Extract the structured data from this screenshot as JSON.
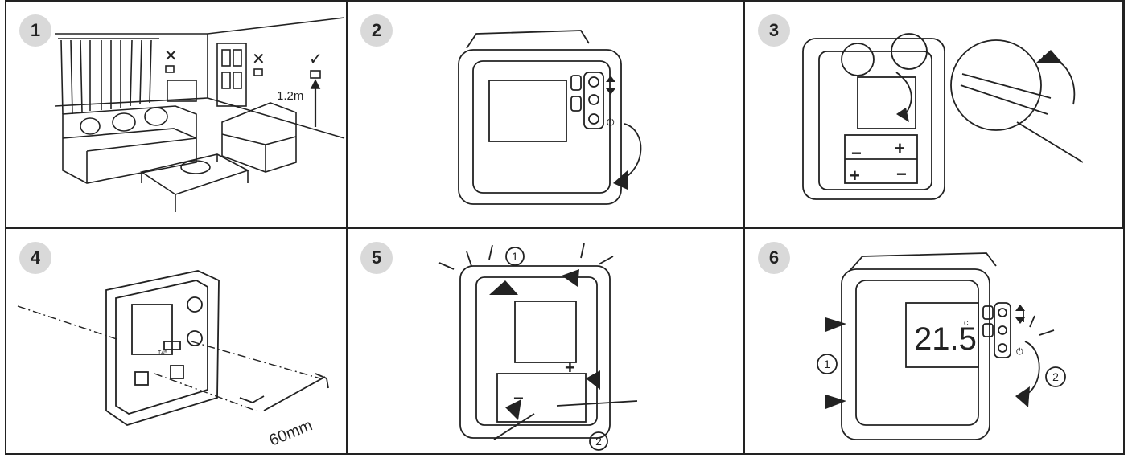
{
  "steps": [
    {
      "number": "1",
      "labels": {
        "height": "1.2m",
        "bad1": "✕",
        "bad2": "✕",
        "good": "✓"
      }
    },
    {
      "number": "2",
      "labels": {}
    },
    {
      "number": "3",
      "labels": {}
    },
    {
      "number": "4",
      "labels": {
        "distance": "60mm",
        "terminal_code": "T45"
      }
    },
    {
      "number": "5",
      "labels": {
        "callout1": "1",
        "callout2": "2"
      }
    },
    {
      "number": "6",
      "labels": {
        "temperature": "21.5",
        "unit": "c",
        "callout1": "1",
        "callout2": "2"
      }
    }
  ]
}
